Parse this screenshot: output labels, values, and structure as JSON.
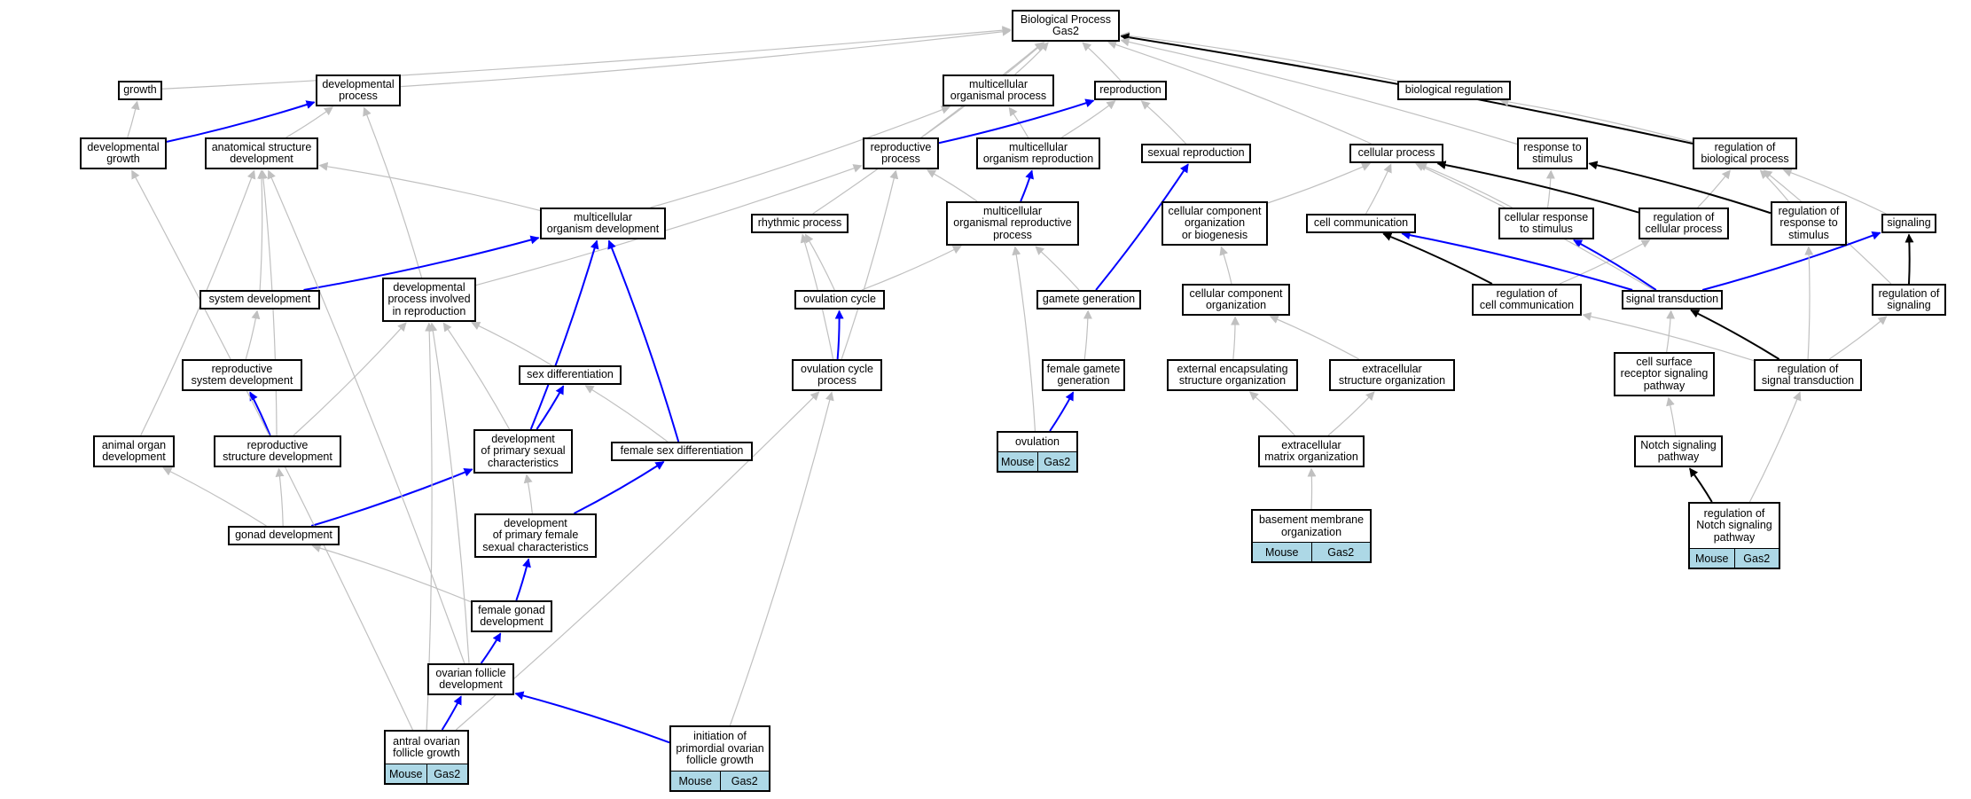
{
  "graph": {
    "nodes": {
      "bp": "Biological Process\nGas2",
      "growth": "growth",
      "devproc": "developmental\nprocess",
      "devgrowth": "developmental\ngrowth",
      "anatdev": "anatomical structure\ndevelopment",
      "multiproc": "multicellular\norganismal process",
      "repro": "reproduction",
      "bioreg": "biological regulation",
      "regbio": "regulation of\nbiological process",
      "reproproc": "reproductive\nprocess",
      "multirepro": "multicellular\norganism reproduction",
      "sexrepro": "sexual reproduction",
      "cellproc": "cellular process",
      "respstim": "response to\nstimulus",
      "multidev": "multicellular\norganism development",
      "rhythm": "rhythmic process",
      "multireproproc": "multicellular\norganismal reproductive\nprocess",
      "ccob": "cellular component\norganization\nor biogenesis",
      "cellcomm": "cell communication",
      "cellresp": "cellular response\nto stimulus",
      "regcell": "regulation of\ncellular process",
      "regresp": "regulation of\nresponse to\nstimulus",
      "signaling": "signaling",
      "sysdev": "system development",
      "devrepro": "developmental\nprocess involved\nin reproduction",
      "ovcycle": "ovulation cycle",
      "gametegen": "gamete generation",
      "ccorg": "cellular component\norganization",
      "regcomm": "regulation of\ncell communication",
      "sigtrans": "signal transduction",
      "regsig": "regulation of\nsignaling",
      "reprosysdev": "reproductive\nsystem development",
      "sexdiff": "sex differentiation",
      "ovcycleproc": "ovulation cycle\nprocess",
      "femgamete": "female gamete\ngeneration",
      "extencap": "external encapsulating\nstructure organization",
      "extstruct": "extracellular\nstructure organization",
      "cellsurf": "cell surface\nreceptor signaling\npathway",
      "regsigtrans": "regulation of\nsignal transduction",
      "animalorgan": "animal organ\ndevelopment",
      "reprostruct": "reproductive\nstructure development",
      "devprimsex": "development\nof primary sexual\ncharacteristics",
      "femsexdiff": "female sex differentiation",
      "extmatrix": "extracellular\nmatrix organization",
      "notch": "Notch signaling\npathway",
      "gonaddev": "gonad development",
      "devprimfem": "development\nof primary female\nsexual characteristics",
      "femgonad": "female gonad\ndevelopment",
      "ovfoll": "ovarian follicle\ndevelopment"
    },
    "annotated": {
      "ovulation": {
        "label": "ovulation",
        "cells": [
          "Mouse",
          "Gas2"
        ]
      },
      "basement": {
        "label": "basement membrane\norganization",
        "cells": [
          "Mouse",
          "Gas2"
        ]
      },
      "regnotch": {
        "label": "regulation of\nNotch signaling\npathway",
        "cells": [
          "Mouse",
          "Gas2"
        ]
      },
      "antral": {
        "label": "antral ovarian\nfollicle growth",
        "cells": [
          "Mouse",
          "Gas2"
        ]
      },
      "initiation": {
        "label": "initiation of\nprimordial ovarian\nfollicle growth",
        "cells": [
          "Mouse",
          "Gas2"
        ]
      }
    },
    "edge_colors": {
      "is_a": "#c0c0c0",
      "part_of": "#0000ff",
      "regulates": "#000000"
    },
    "edges": [
      {
        "from": "growth",
        "to": "bp",
        "type": "is_a"
      },
      {
        "from": "devproc",
        "to": "bp",
        "type": "is_a"
      },
      {
        "from": "multiproc",
        "to": "bp",
        "type": "is_a"
      },
      {
        "from": "repro",
        "to": "bp",
        "type": "is_a"
      },
      {
        "from": "bioreg",
        "to": "bp",
        "type": "is_a"
      },
      {
        "from": "regbio",
        "to": "bp",
        "type": "regulates"
      },
      {
        "from": "reproproc",
        "to": "bp",
        "type": "is_a"
      },
      {
        "from": "cellproc",
        "to": "bp",
        "type": "is_a"
      },
      {
        "from": "respstim",
        "to": "bp",
        "type": "is_a"
      },
      {
        "from": "rhythm",
        "to": "bp",
        "type": "is_a"
      },
      {
        "from": "devgrowth",
        "to": "growth",
        "type": "is_a"
      },
      {
        "from": "devgrowth",
        "to": "devproc",
        "type": "part_of"
      },
      {
        "from": "anatdev",
        "to": "devproc",
        "type": "is_a"
      },
      {
        "from": "devrepro",
        "to": "devproc",
        "type": "is_a"
      },
      {
        "from": "multidev",
        "to": "anatdev",
        "type": "is_a"
      },
      {
        "from": "multidev",
        "to": "multiproc",
        "type": "is_a"
      },
      {
        "from": "multirepro",
        "to": "multiproc",
        "type": "is_a"
      },
      {
        "from": "multirepro",
        "to": "repro",
        "type": "is_a"
      },
      {
        "from": "sexrepro",
        "to": "repro",
        "type": "is_a"
      },
      {
        "from": "reproproc",
        "to": "repro",
        "type": "part_of"
      },
      {
        "from": "regbio",
        "to": "bioreg",
        "type": "is_a"
      },
      {
        "from": "multireproproc",
        "to": "reproproc",
        "type": "is_a"
      },
      {
        "from": "multireproproc",
        "to": "multirepro",
        "type": "part_of"
      },
      {
        "from": "gametegen",
        "to": "multireproproc",
        "type": "is_a"
      },
      {
        "from": "gametegen",
        "to": "sexrepro",
        "type": "part_of"
      },
      {
        "from": "ccob",
        "to": "cellproc",
        "type": "is_a"
      },
      {
        "from": "cellcomm",
        "to": "cellproc",
        "type": "is_a"
      },
      {
        "from": "cellresp",
        "to": "cellproc",
        "type": "is_a"
      },
      {
        "from": "cellresp",
        "to": "respstim",
        "type": "is_a"
      },
      {
        "from": "regcell",
        "to": "regbio",
        "type": "is_a"
      },
      {
        "from": "regcell",
        "to": "cellproc",
        "type": "regulates"
      },
      {
        "from": "regresp",
        "to": "regbio",
        "type": "is_a"
      },
      {
        "from": "regresp",
        "to": "respstim",
        "type": "regulates"
      },
      {
        "from": "signaling",
        "to": "regbio",
        "type": "is_a"
      },
      {
        "from": "regsig",
        "to": "regbio",
        "type": "is_a"
      },
      {
        "from": "sysdev",
        "to": "anatdev",
        "type": "is_a"
      },
      {
        "from": "sysdev",
        "to": "multidev",
        "type": "part_of"
      },
      {
        "from": "devrepro",
        "to": "reproproc",
        "type": "is_a"
      },
      {
        "from": "ovcycle",
        "to": "rhythm",
        "type": "is_a"
      },
      {
        "from": "ovcycle",
        "to": "multireproproc",
        "type": "is_a"
      },
      {
        "from": "ccorg",
        "to": "ccob",
        "type": "is_a"
      },
      {
        "from": "regcomm",
        "to": "regcell",
        "type": "is_a"
      },
      {
        "from": "regcomm",
        "to": "cellcomm",
        "type": "regulates"
      },
      {
        "from": "sigtrans",
        "to": "cellcomm",
        "type": "part_of"
      },
      {
        "from": "sigtrans",
        "to": "cellresp",
        "type": "part_of"
      },
      {
        "from": "sigtrans",
        "to": "signaling",
        "type": "part_of"
      },
      {
        "from": "sigtrans",
        "to": "cellproc",
        "type": "is_a"
      },
      {
        "from": "regsig",
        "to": "signaling",
        "type": "regulates"
      },
      {
        "from": "reprosysdev",
        "to": "sysdev",
        "type": "is_a"
      },
      {
        "from": "sexdiff",
        "to": "devrepro",
        "type": "is_a"
      },
      {
        "from": "ovcycleproc",
        "to": "rhythm",
        "type": "is_a"
      },
      {
        "from": "ovcycleproc",
        "to": "ovcycle",
        "type": "part_of"
      },
      {
        "from": "ovcycleproc",
        "to": "reproproc",
        "type": "is_a"
      },
      {
        "from": "femgamete",
        "to": "gametegen",
        "type": "is_a"
      },
      {
        "from": "extencap",
        "to": "ccorg",
        "type": "is_a"
      },
      {
        "from": "extstruct",
        "to": "ccorg",
        "type": "is_a"
      },
      {
        "from": "cellsurf",
        "to": "sigtrans",
        "type": "is_a"
      },
      {
        "from": "regsigtrans",
        "to": "regcomm",
        "type": "is_a"
      },
      {
        "from": "regsigtrans",
        "to": "sigtrans",
        "type": "regulates"
      },
      {
        "from": "regsigtrans",
        "to": "regsig",
        "type": "is_a"
      },
      {
        "from": "regsigtrans",
        "to": "regresp",
        "type": "is_a"
      },
      {
        "from": "animalorgan",
        "to": "anatdev",
        "type": "is_a"
      },
      {
        "from": "reprostruct",
        "to": "anatdev",
        "type": "is_a"
      },
      {
        "from": "reprostruct",
        "to": "reprosysdev",
        "type": "part_of"
      },
      {
        "from": "reprostruct",
        "to": "devrepro",
        "type": "is_a"
      },
      {
        "from": "devprimsex",
        "to": "devrepro",
        "type": "is_a"
      },
      {
        "from": "devprimsex",
        "to": "sexdiff",
        "type": "part_of"
      },
      {
        "from": "devprimsex",
        "to": "multidev",
        "type": "part_of"
      },
      {
        "from": "femsexdiff",
        "to": "sexdiff",
        "type": "is_a"
      },
      {
        "from": "femsexdiff",
        "to": "multidev",
        "type": "part_of"
      },
      {
        "from": "ovulation",
        "to": "femgamete",
        "type": "part_of"
      },
      {
        "from": "ovulation",
        "to": "multireproproc",
        "type": "is_a"
      },
      {
        "from": "extmatrix",
        "to": "extencap",
        "type": "is_a"
      },
      {
        "from": "extmatrix",
        "to": "extstruct",
        "type": "is_a"
      },
      {
        "from": "notch",
        "to": "cellsurf",
        "type": "is_a"
      },
      {
        "from": "gonaddev",
        "to": "animalorgan",
        "type": "is_a"
      },
      {
        "from": "gonaddev",
        "to": "reprostruct",
        "type": "is_a"
      },
      {
        "from": "gonaddev",
        "to": "devprimsex",
        "type": "part_of"
      },
      {
        "from": "devprimfem",
        "to": "devprimsex",
        "type": "is_a"
      },
      {
        "from": "devprimfem",
        "to": "femsexdiff",
        "type": "part_of"
      },
      {
        "from": "basement",
        "to": "extmatrix",
        "type": "is_a"
      },
      {
        "from": "regnotch",
        "to": "notch",
        "type": "regulates"
      },
      {
        "from": "regnotch",
        "to": "regsigtrans",
        "type": "is_a"
      },
      {
        "from": "femgonad",
        "to": "gonaddev",
        "type": "is_a"
      },
      {
        "from": "femgonad",
        "to": "devprimfem",
        "type": "part_of"
      },
      {
        "from": "ovfoll",
        "to": "femgonad",
        "type": "part_of"
      },
      {
        "from": "ovfoll",
        "to": "devrepro",
        "type": "is_a"
      },
      {
        "from": "ovfoll",
        "to": "anatdev",
        "type": "is_a"
      },
      {
        "from": "antral",
        "to": "ovfoll",
        "type": "part_of"
      },
      {
        "from": "antral",
        "to": "devgrowth",
        "type": "is_a"
      },
      {
        "from": "antral",
        "to": "ovcycleproc",
        "type": "is_a"
      },
      {
        "from": "antral",
        "to": "devrepro",
        "type": "is_a"
      },
      {
        "from": "initiation",
        "to": "ovfoll",
        "type": "part_of"
      },
      {
        "from": "initiation",
        "to": "ovcycleproc",
        "type": "is_a"
      }
    ]
  }
}
